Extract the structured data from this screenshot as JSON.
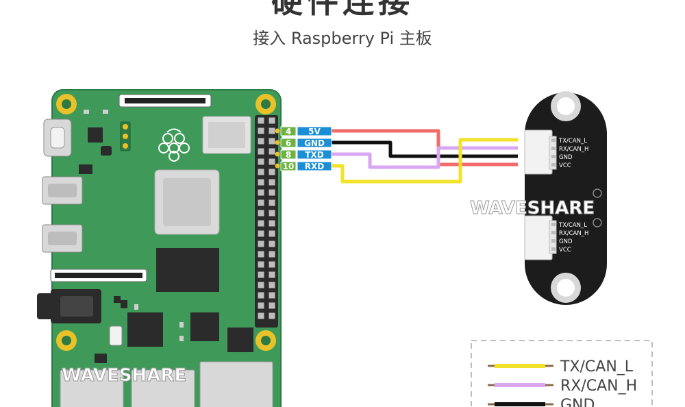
{
  "header": {
    "title": "硬件连接",
    "subtitle": "接入 Raspberry Pi 主板"
  },
  "pins": [
    {
      "number": "4",
      "name": "5V"
    },
    {
      "number": "6",
      "name": "GND"
    },
    {
      "number": "8",
      "name": "TXD"
    },
    {
      "number": "10",
      "name": "RXD"
    }
  ],
  "module": {
    "connector_top": [
      "TX/CAN_L",
      "RX/CAN_H",
      "GND",
      "VCC"
    ],
    "connector_bottom": [
      "TX/CAN_L",
      "RX/CAN_H",
      "GND",
      "VCC"
    ]
  },
  "watermarks": {
    "module": "WAVESHARE",
    "board": "WAVESHARE"
  },
  "legend": {
    "items": [
      {
        "label": "TX/CAN_L",
        "color": "#f3e22a"
      },
      {
        "label": "RX/CAN_H",
        "color": "#d9a6f2"
      },
      {
        "label": "GND",
        "color": "#111111"
      }
    ]
  },
  "colors": {
    "board": "#3f9a5a",
    "wire_5v": "#f26b6b",
    "wire_gnd": "#111111",
    "wire_txd": "#d9a6f2",
    "wire_rxd": "#f3e22a",
    "pin_number_bg": "#6cb33f",
    "pin_name_bg": "#1a8fd6"
  }
}
